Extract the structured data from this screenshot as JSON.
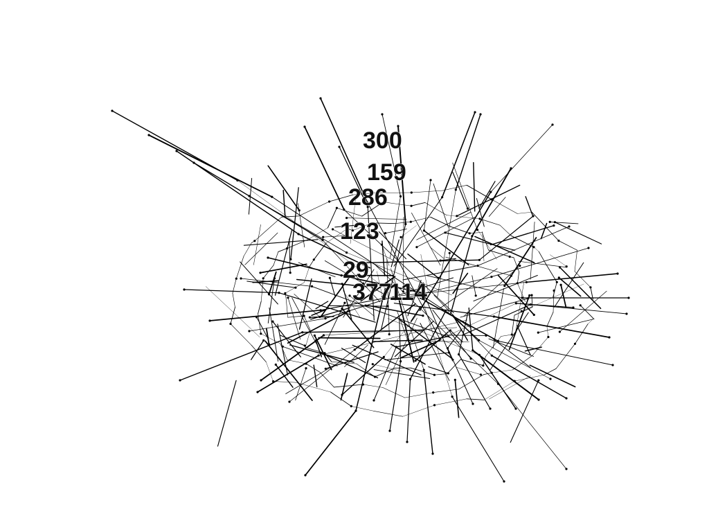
{
  "graph": {
    "labels": [
      {
        "id": "n300",
        "text": "300"
      },
      {
        "id": "n159",
        "text": "159"
      },
      {
        "id": "n286",
        "text": "286"
      },
      {
        "id": "n123",
        "text": "123"
      },
      {
        "id": "n29",
        "text": "29"
      },
      {
        "id": "n377",
        "text": "377"
      },
      {
        "id": "n114",
        "text": "114"
      }
    ],
    "colors": {
      "background": "#ffffff",
      "edge": "#000000",
      "node": "#000000",
      "label": "#111111"
    }
  }
}
